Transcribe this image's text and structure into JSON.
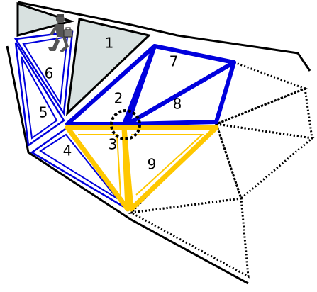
{
  "diagram": {
    "colors": {
      "background": "#ffffff",
      "gray_fill": "#d8e1e0",
      "blue_stroke": "#0000dd",
      "yellow_stroke": "#ffc800",
      "dark_stroke": "#000000",
      "white_fill": "#ffffff"
    },
    "icons": {
      "walker": "person-with-briefcase-icon"
    },
    "labels": {
      "t1": "1",
      "t2": "2",
      "t3": "3",
      "t4": "4",
      "t5": "5",
      "t6": "6",
      "t7": "7",
      "t8": "8",
      "t9": "9"
    }
  }
}
